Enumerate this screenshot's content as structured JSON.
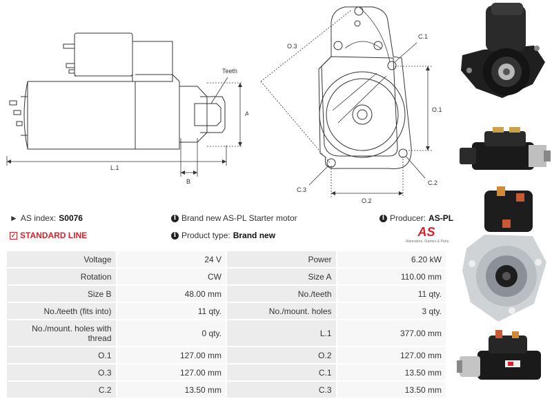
{
  "drawing": {
    "side_labels": {
      "teeth": "Teeth",
      "a": "A",
      "b": "B",
      "l1": "L.1"
    },
    "front_labels": {
      "o3": "O.3",
      "c1": "C.1",
      "o1": "O.1",
      "c3": "C.3",
      "c2": "C.2",
      "o2": "O.2"
    }
  },
  "info": {
    "as_index_label": "AS index:",
    "as_index_value": "S0076",
    "standard_line": "STANDARD LINE",
    "brand_text": "Brand new AS-PL Starter motor",
    "product_type_label": "Product type:",
    "product_type_value": "Brand new",
    "producer_label": "Producer:",
    "producer_value": "AS-PL"
  },
  "logo": {
    "mark": "AS",
    "tagline": "Alternators, Starters & Parts"
  },
  "specs": [
    [
      "Voltage",
      "24 V",
      "Power",
      "6.20 kW"
    ],
    [
      "Rotation",
      "CW",
      "Size A",
      "110.00 mm"
    ],
    [
      "Size B",
      "48.00 mm",
      "No./teeth",
      "11 qty."
    ],
    [
      "No./teeth (fits into)",
      "11 qty.",
      "No./mount. holes",
      "3 qty."
    ],
    [
      "No./mount. holes with thread",
      "0 qty.",
      "L.1",
      "377.00 mm"
    ],
    [
      "O.1",
      "127.00 mm",
      "O.2",
      "127.00 mm"
    ],
    [
      "O.3",
      "127.00 mm",
      "C.1",
      "13.50 mm"
    ],
    [
      "C.2",
      "13.50 mm",
      "C.3",
      "13.50 mm"
    ]
  ],
  "colors": {
    "accent": "#d8202a",
    "label_bg": "#ececec",
    "value_bg": "#f7f7f7"
  }
}
